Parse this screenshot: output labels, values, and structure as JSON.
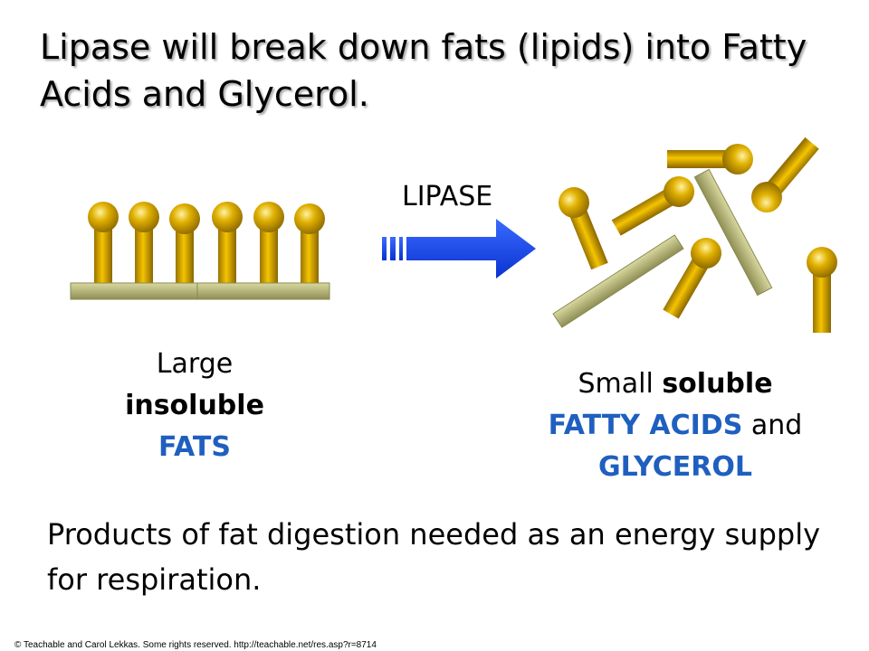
{
  "title": "Lipase will break down fats (lipids) into Fatty Acids and Glycerol.",
  "arrow_label": "LIPASE",
  "left_caption": {
    "line1": "Large",
    "line2": "insoluble",
    "line3": "FATS"
  },
  "right_caption": {
    "small": "Small",
    "soluble": "soluble",
    "fatty_acids": "FATTY ACIDS",
    "and": "and",
    "glycerol": "GLYCEROL"
  },
  "note": "Products of fat digestion needed as an energy supply for respiration.",
  "credit": "© Teachable and Carol Lekkas. Some rights reserved. http://teachable.net/res.asp?r=8714",
  "colors": {
    "fatty_acid": "#d4a300",
    "glycerol": "#b5b57a",
    "arrow": "#1f4fff",
    "caption_blue": "#1f5fbf"
  }
}
